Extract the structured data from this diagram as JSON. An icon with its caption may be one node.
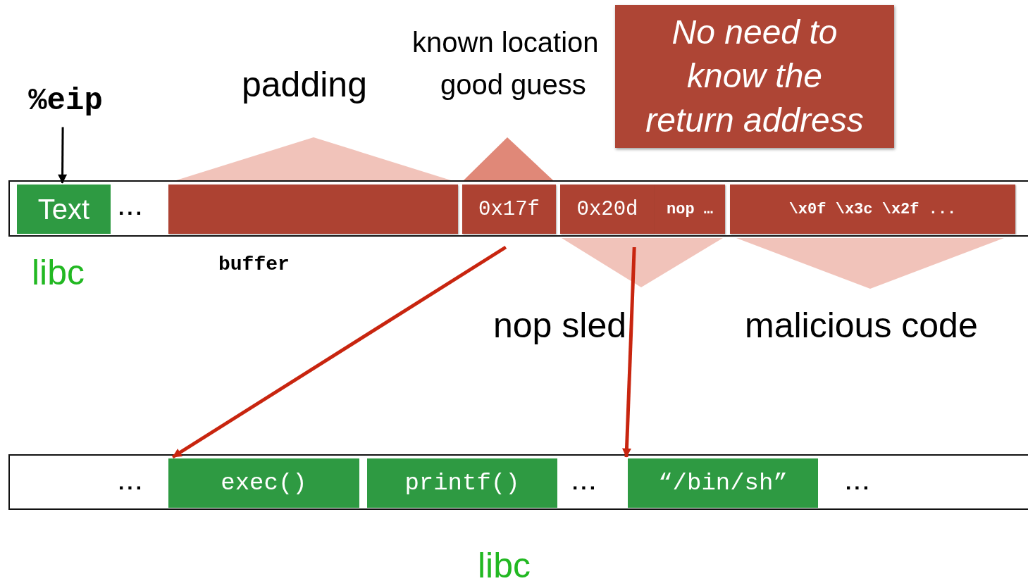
{
  "diagram": {
    "nodes": [
      {
        "text": [
          "%eip"
        ]
      },
      {
        "text": [
          "No need to know the return address"
        ]
      },
      {
        "text": [],
        "shape": "box"
      },
      {
        "text": [
          "Text"
        ],
        "in": 2,
        "beside": [
          "libc"
        ]
      },
      {
        "text": [],
        "shape": "bar",
        "in": 2,
        "beside": [
          "padding",
          "buffer"
        ]
      },
      {
        "text": [
          "0x17f"
        ],
        "in": 2,
        "beside": [
          "known location",
          "good guess"
        ]
      },
      {
        "text": [
          "0x20d"
        ],
        "in": 2
      },
      {
        "text": [
          "nop …"
        ],
        "in": 2,
        "beside": [
          "nop sled"
        ]
      },
      {
        "text": [
          "\\x0f \\x3c \\x2f ..."
        ],
        "in": 2,
        "beside": [
          "malicious code"
        ]
      },
      {
        "text": [],
        "shape": "box",
        "beside": [
          "libc"
        ]
      },
      {
        "text": [
          "exec()"
        ],
        "in": 9
      },
      {
        "text": [
          "printf()"
        ],
        "in": 9
      },
      {
        "text": [
          "“/bin/sh”"
        ],
        "in": 9
      }
    ],
    "edges": [
      {
        "from": 0,
        "to": 3,
        "arrow": "to",
        "color": "#000000"
      },
      {
        "from": 5,
        "to": 10,
        "arrow": "to"
      },
      {
        "from": 6,
        "to": 12,
        "arrow": "to"
      }
    ],
    "labels": [
      "...",
      "...",
      "...",
      "..."
    ]
  }
}
